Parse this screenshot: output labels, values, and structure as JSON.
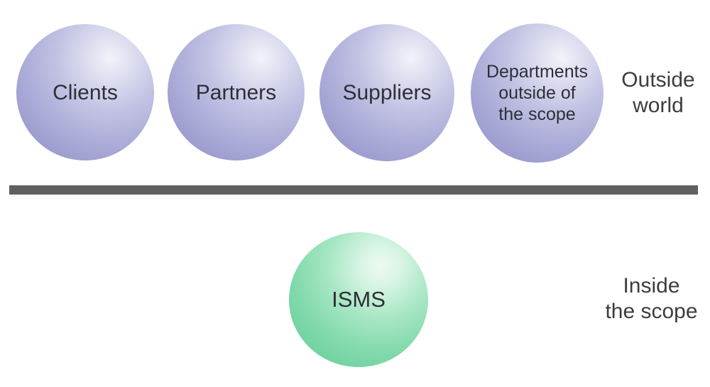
{
  "zones": {
    "outside": {
      "spheres": [
        {
          "label": "Clients"
        },
        {
          "label": "Partners"
        },
        {
          "label": "Suppliers"
        },
        {
          "label_lines": [
            "Departments",
            "outside of",
            "the scope"
          ]
        }
      ],
      "label_lines": [
        "Outside",
        "world"
      ]
    },
    "inside": {
      "sphere": {
        "label": "ISMS"
      },
      "label_lines": [
        "Inside",
        "the scope"
      ]
    }
  },
  "colors": {
    "sphere_purple": "#9a9bcd",
    "sphere_purple_edge": "#8d8ec5",
    "sphere_purple_highlight": "#f3f3fb",
    "sphere_green": "#6fd29f",
    "sphere_green_edge": "#57c48d",
    "sphere_green_highlight": "#eefaf3",
    "divider": "#606060",
    "sphere_text": "#2e2e38",
    "zone_text": "#3d3d3d"
  }
}
